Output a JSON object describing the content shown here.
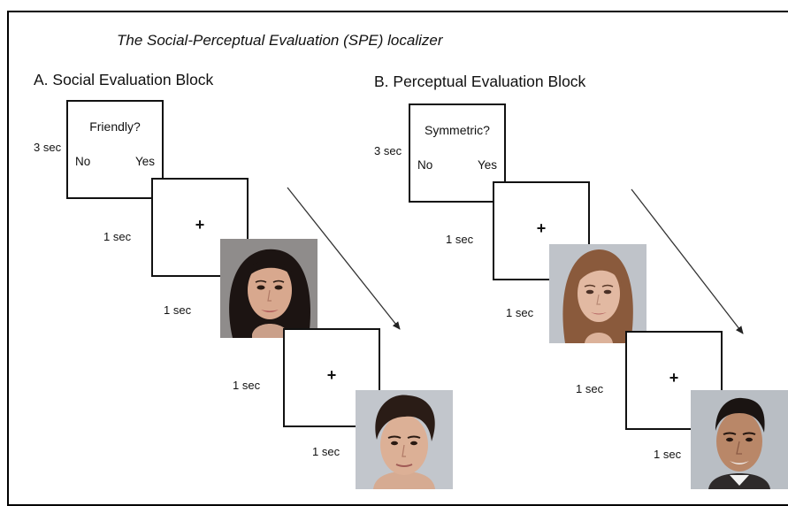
{
  "title": "The Social-Perceptual Evaluation (SPE) localizer",
  "blocks": [
    {
      "heading": "A. Social Evaluation Block",
      "question": "Friendly?",
      "option_no": "No",
      "option_yes": "Yes",
      "fixation": "+",
      "durations": [
        "3 sec",
        "1 sec",
        "1 sec",
        "1 sec",
        "1 sec"
      ]
    },
    {
      "heading": "B. Perceptual Evaluation Block",
      "question": "Symmetric?",
      "option_no": "No",
      "option_yes": "Yes",
      "fixation": "+",
      "durations": [
        "3 sec",
        "1 sec",
        "1 sec",
        "1 sec",
        "1 sec"
      ]
    }
  ],
  "icons": {
    "faces": [
      "face-woman-dark-curly-hair-icon",
      "face-young-man-dark-hair-icon",
      "face-woman-auburn-hair-icon",
      "face-man-short-dark-hair-icon"
    ],
    "arrow": "diagonal-arrow-icon"
  }
}
